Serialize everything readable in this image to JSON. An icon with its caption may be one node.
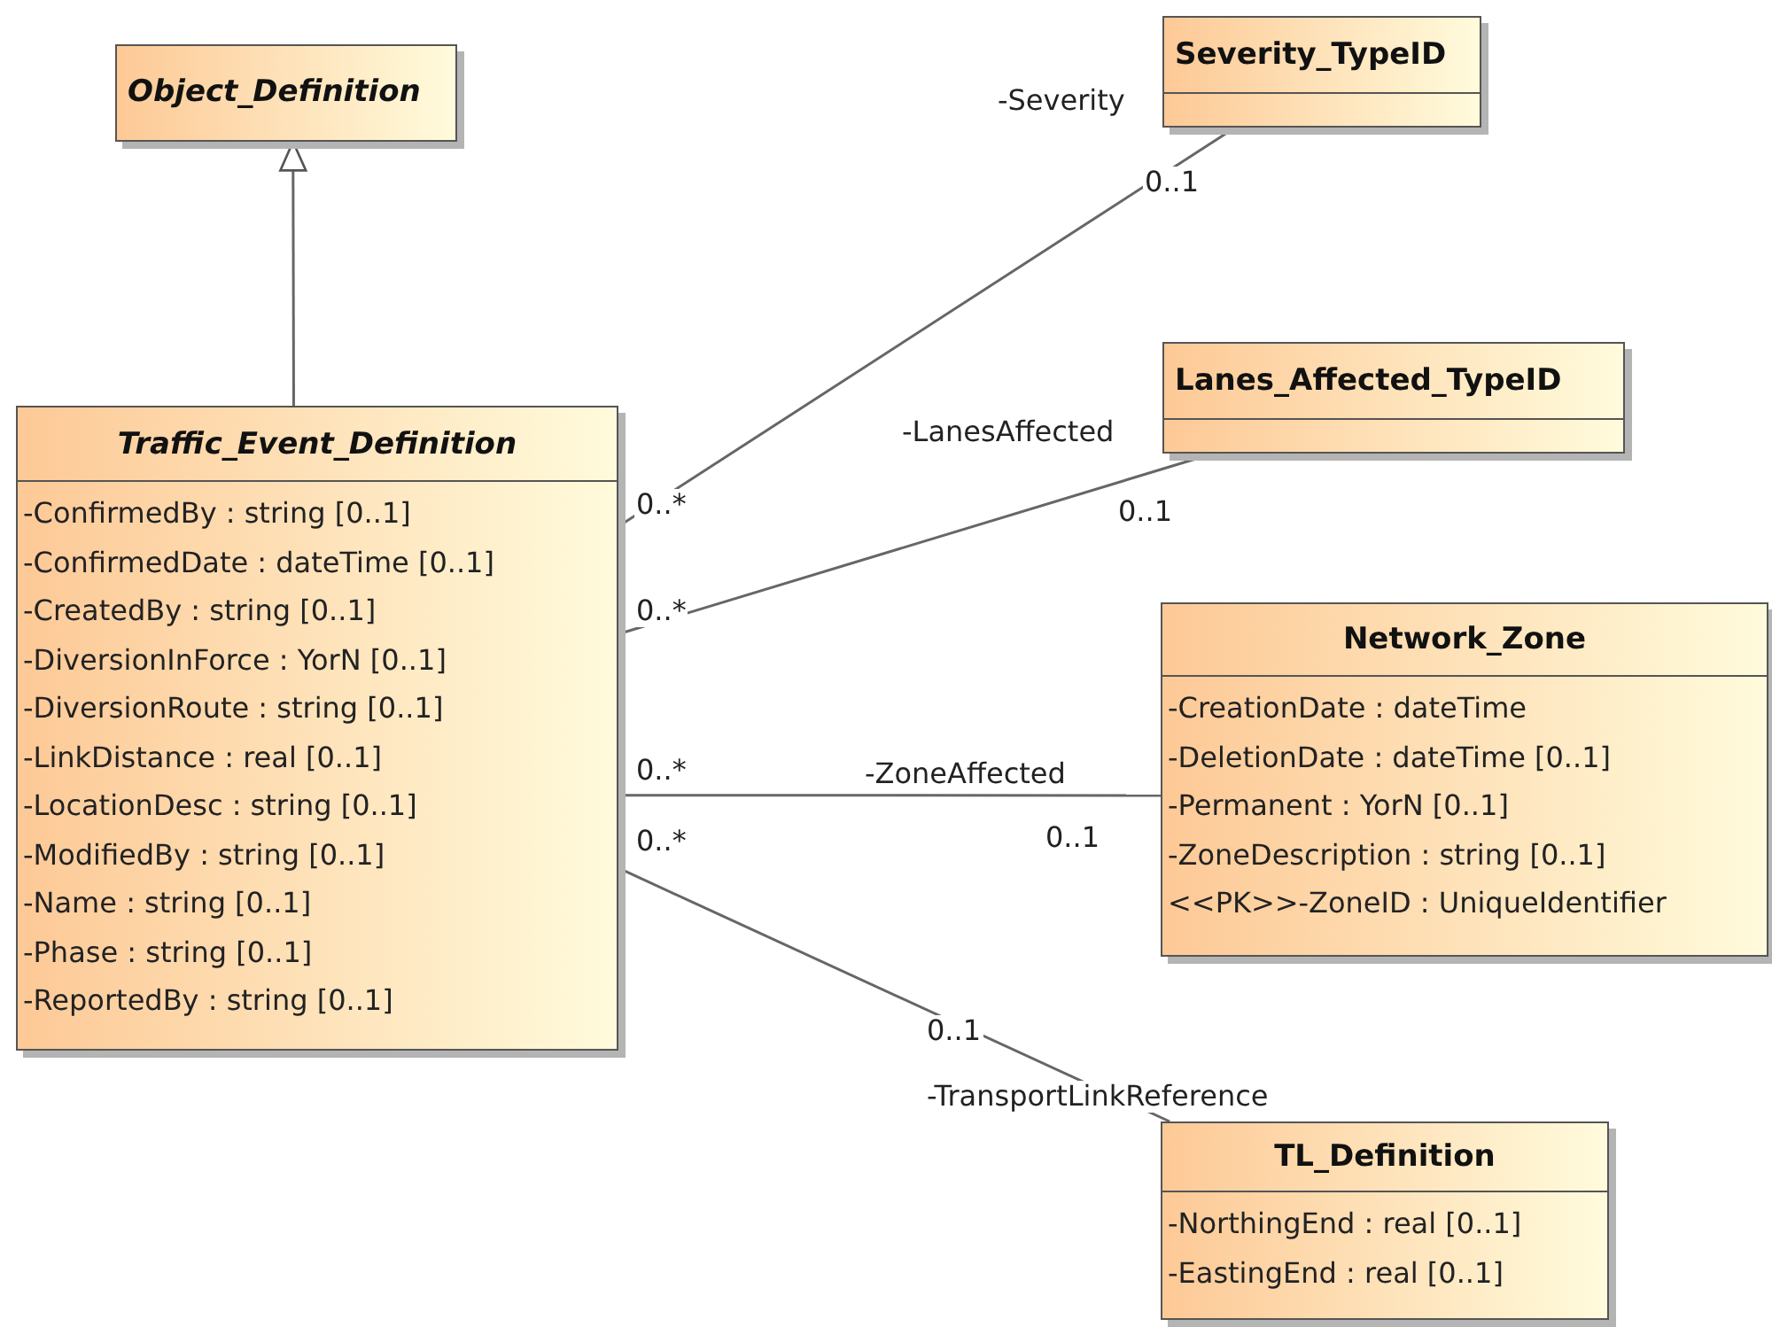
{
  "diagram": {
    "nodes": [
      {
        "text": [
          "Object_Definition"
        ]
      },
      {
        "text": [
          "Traffic_Event_Definition",
          "-ConfirmedBy : string [0..1]",
          "-ConfirmedDate : dateTime [0..1]",
          "-CreatedBy : string [0..1]",
          "-DiversionInForce : YorN [0..1]",
          "-DiversionRoute : string [0..1]",
          "-LinkDistance : real [0..1]",
          "-LocationDesc : string [0..1]",
          "-ModifiedBy : string [0..1]",
          "-Name : string [0..1]",
          "-Phase : string [0..1]",
          "-ReportedBy : string [0..1]"
        ]
      },
      {
        "text": [
          "Severity_TypeID"
        ]
      },
      {
        "text": [
          "Lanes_Affected_TypeID"
        ]
      },
      {
        "text": [
          "Network_Zone",
          "-CreationDate : dateTime",
          "-DeletionDate : dateTime [0..1]",
          "-Permanent : YorN [0..1]",
          "-ZoneDescription : string [0..1]",
          "<<PK>>-ZoneID : UniqueIdentifier"
        ]
      },
      {
        "text": [
          "TL_Definition",
          "-NorthingEnd : real [0..1]",
          "-EastingEnd : real [0..1]"
        ]
      }
    ],
    "edges": [
      {
        "from": 1,
        "to": 0,
        "arrow": "to"
      },
      {
        "from": 1,
        "to": 2,
        "arrow": "none",
        "label": "-Severity"
      },
      {
        "from": 1,
        "to": 3,
        "arrow": "none",
        "label": "-LanesAffected"
      },
      {
        "from": 1,
        "to": 4,
        "arrow": "none",
        "label": "-ZoneAffected"
      },
      {
        "from": 1,
        "to": 5,
        "arrow": "none",
        "label": "-TransportLinkReference"
      }
    ],
    "labels": [
      "0..1",
      "0..*",
      "0..1",
      "0..*",
      "0..*",
      "0..1",
      "0..*",
      "0..1"
    ]
  }
}
